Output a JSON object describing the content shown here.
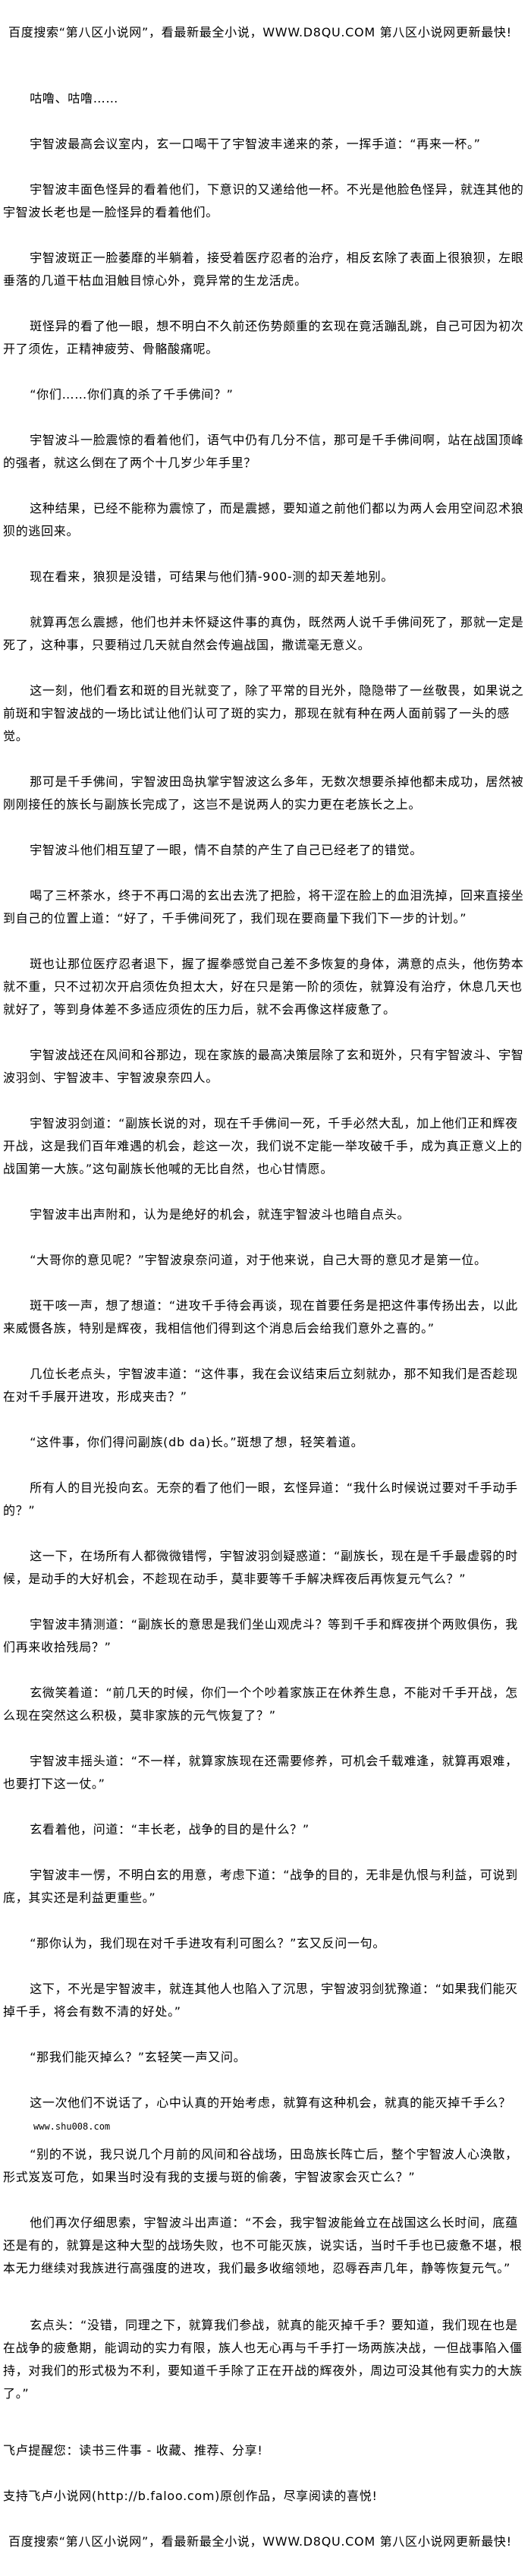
{
  "header_banner": "百度搜索“第八区小说网”，看最新最全小说，WWW.D8QU.COM  第八区小说网更新最快!",
  "paragraphs": [
    "咕噜、咕噜……",
    "宇智波最高会议室内，玄一口喝干了宇智波丰递来的茶，一挥手道：“再来一杯。”",
    "宇智波丰面色怪异的看着他们，下意识的又递给他一杯。不光是他脸色怪异，就连其他的宇智波长老也是一脸怪异的看着他们。",
    "宇智波斑正一脸萎靡的半躺着，接受着医疗忍者的治疗，相反玄除了表面上很狼狈，左眼垂落的几道干枯血泪触目惊心外，竟异常的生龙活虎。",
    "斑怪异的看了他一眼，想不明白不久前还伤势颇重的玄现在竟活蹦乱跳，自己可因为初次开了须佐，正精神疲劳、骨骼酸痛呢。",
    "“你们……你们真的杀了千手佛间？”",
    "宇智波斗一脸震惊的看着他们，语气中仍有几分不信，那可是千手佛间啊，站在战国顶峰的强者，就这么倒在了两个十几岁少年手里？",
    "这种结果，已经不能称为震惊了，而是震撼，要知道之前他们都以为两人会用空间忍术狼狈的逃回来。",
    "现在看来，狼狈是没错，可结果与他们猜-900-测的却天差地别。",
    "就算再怎么震撼，他们也并未怀疑这件事的真伪，既然两人说千手佛间死了，那就一定是死了，这种事，只要稍过几天就自然会传遍战国，撒谎毫无意义。",
    "这一刻，他们看玄和斑的目光就变了，除了平常的目光外，隐隐带了一丝敬畏，如果说之前斑和宇智波战的一场比试让他们认可了斑的实力，那现在就有种在两人面前弱了一头的感觉。",
    "那可是千手佛间，宇智波田岛执掌宇智波这么多年，无数次想要杀掉他都未成功，居然被刚刚接任的族长与副族长完成了，这岂不是说两人的实力更在老族长之上。",
    "宇智波斗他们相互望了一眼，情不自禁的产生了自己已经老了的错觉。",
    "喝了三杯茶水，终于不再口渴的玄出去洗了把脸，将干涩在脸上的血泪洗掉，回来直接坐到自己的位置上道：“好了，千手佛间死了，我们现在要商量下我们下一步的计划。”",
    "斑也让那位医疗忍者退下，握了握拳感觉自己差不多恢复的身体，满意的点头，他伤势本就不重，只不过初次开启须佐负担太大，好在只是第一阶的须佐，就算没有治疗，休息几天也就好了，等到身体差不多适应须佐的压力后，就不会再像这样疲惫了。",
    "宇智波战还在风间和谷那边，现在家族的最高决策层除了玄和斑外，只有宇智波斗、宇智波羽剑、宇智波丰、宇智波泉奈四人。",
    "宇智波羽剑道：“副族长说的对，现在千手佛间一死，千手必然大乱，加上他们正和辉夜开战，这是我们百年难遇的机会，趁这一次，我们说不定能一举攻破千手，成为真正意义上的战国第一大族。”这句副族长他喊的无比自然，也心甘情愿。",
    "宇智波丰出声附和，认为是绝好的机会，就连宇智波斗也暗自点头。",
    "“大哥你的意见呢？”宇智波泉奈问道，对于他来说，自己大哥的意见才是第一位。",
    "斑干咳一声，想了想道：“进攻千手待会再谈，现在首要任务是把这件事传扬出去，以此来威慑各族，特别是辉夜，我相信他们得到这个消息后会给我们意外之喜的。”",
    "几位长老点头，宇智波丰道：“这件事，我在会议结束后立刻就办，那不知我们是否趁现在对千手展开进攻，形成夹击？”",
    "“这件事，你们得问副族(db da)长。”斑想了想，轻笑着道。",
    "所有人的目光投向玄。无奈的看了他们一眼，玄怪异道：“我什么时候说过要对千手动手的？”",
    "这一下，在场所有人都微微错愕，宇智波羽剑疑惑道：“副族长，现在是千手最虚弱的时候，是动手的大好机会，不趁现在动手，莫非要等千手解决辉夜后再恢复元气么？”",
    "宇智波丰猜测道：“副族长的意思是我们坐山观虎斗？等到千手和辉夜拼个两败俱伤，我们再来收拾残局？”",
    "玄微笑着道：“前几天的时候，你们一个个吵着家族正在休养生息，不能对千手开战，怎么现在突然这么积极，莫非家族的元气恢复了？”",
    "宇智波丰摇头道：“不一样，就算家族现在还需要修养，可机会千载难逢，就算再艰难，也要打下这一仗。”",
    "玄看着他，问道：“丰长老，战争的目的是什么？”",
    "宇智波丰一愣，不明白玄的用意，考虑下道：“战争的目的，无非是仇恨与利益，可说到底，其实还是利益更重些。”",
    "“那你认为，我们现在对千手进攻有利可图么？”玄又反问一句。",
    "这下，不光是宇智波丰，就连其他人也陷入了沉思，宇智波羽剑犹豫道：“如果我们能灭掉千手，将会有数不清的好处。”",
    "“那我们能灭掉么？”玄轻笑一声又问。",
    "这一次他们不说话了，心中认真的开始考虑，就算有这种机会，就真的能灭掉千手么？",
    "“别的不说，我只说几个月前的风间和谷战场，田岛族长阵亡后，整个宇智波人心涣散，形式岌岌可危，如果当时没有我的支援与斑的偷袭，宇智波家会灭亡么？”",
    "他们再次仔细思索，宇智波斗出声道：“不会，我宇智波能耸立在战国这么长时间，底蕴还是有的，就算是这种大型的战场失败，也不可能灭族，说实话，当时千手也已疲惫不堪，根本无力继续对我族进行高强度的进攻，我们最多收缩领地，忍辱吞声几年，静等恢复元气。”",
    "玄点头：“没错，同理之下，就算我们参战，就真的能灭掉千手？要知道，我们现在也是在战争的疲惫期，能调动的实力有限，族人也无心再与千手打一场两族决战，一但战事陷入僵持，对我们的形式极为不利，要知道千手除了正在开战的辉夜外，周边可没其他有实力的大族了。”"
  ],
  "inline_site_mark": "www.shu008.com",
  "footer": {
    "reminder": "飞卢提醒您：读书三件事 - 收藏、推荐、分享!",
    "support": "支持飞卢小说网(http://b.faloo.com)原创作品，尽享阅读的喜悦!",
    "banner": "百度搜索“第八区小说网”，看最新最全小说，WWW.D8QU.COM  第八区小说网更新最快!"
  }
}
